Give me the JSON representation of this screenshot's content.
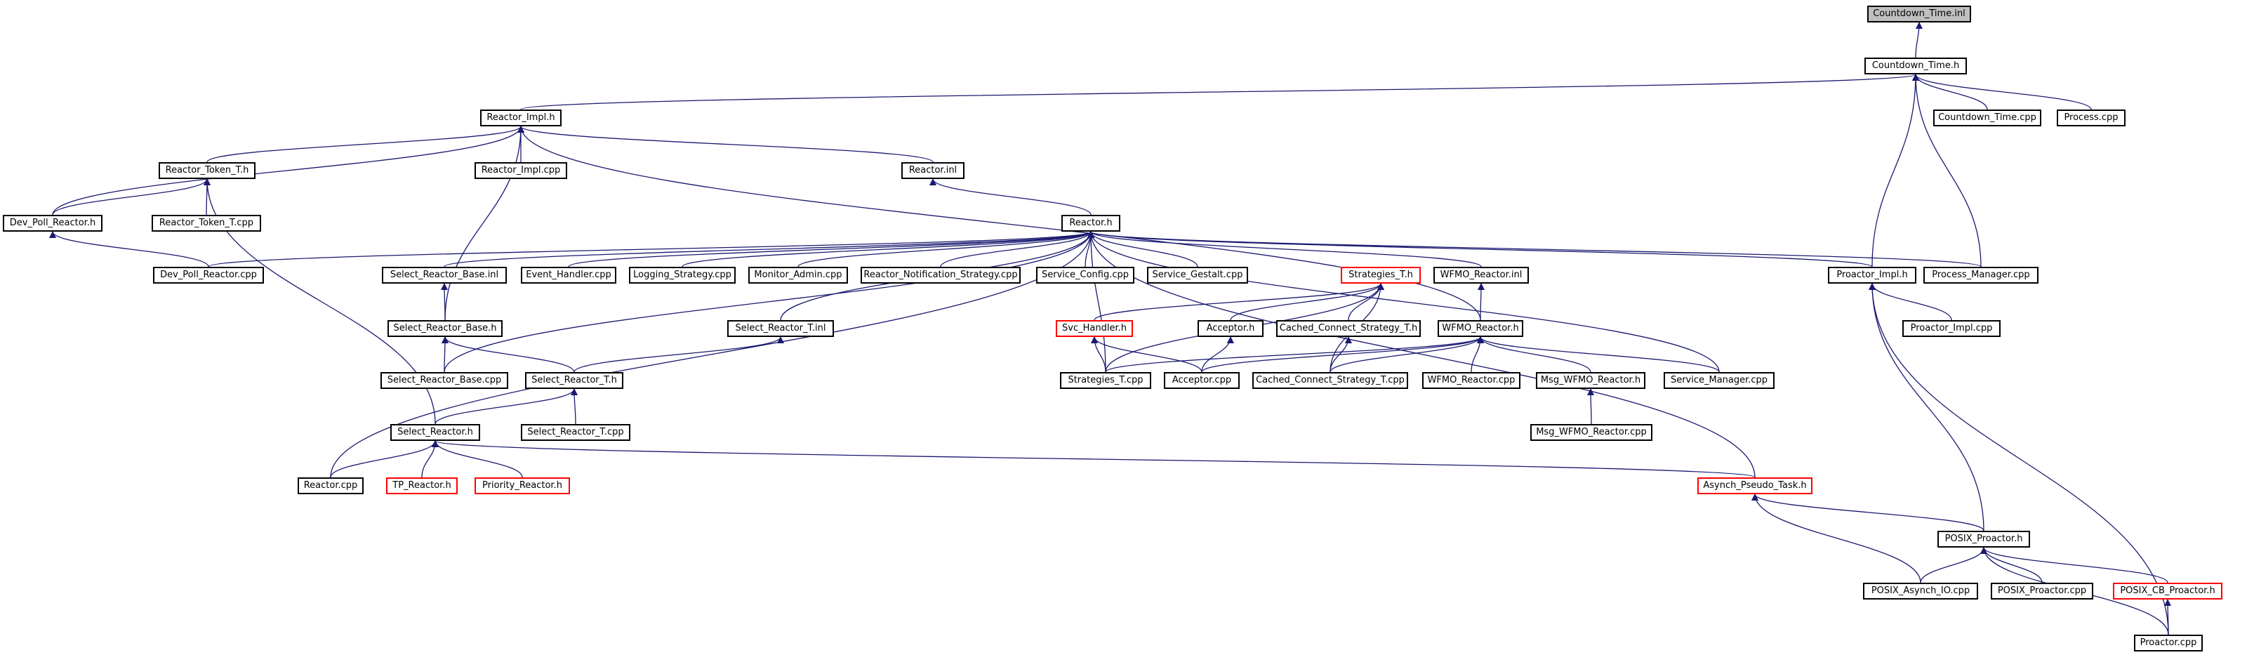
{
  "colors": {
    "edge": "#191970",
    "border": "#000000",
    "incomplete_border": "#ff0000",
    "root_fill": "#bfbfbf"
  },
  "nodes": [
    {
      "id": "countdown_time_inl",
      "label": "Countdown_Time.inl",
      "style": "root"
    },
    {
      "id": "countdown_time_h",
      "label": "Countdown_Time.h",
      "style": "normal"
    },
    {
      "id": "countdown_time_cpp",
      "label": "Countdown_Time.cpp",
      "style": "normal"
    },
    {
      "id": "process_cpp",
      "label": "Process.cpp",
      "style": "normal"
    },
    {
      "id": "reactor_impl_h",
      "label": "Reactor_Impl.h",
      "style": "normal"
    },
    {
      "id": "reactor_token_t_h",
      "label": "Reactor_Token_T.h",
      "style": "normal"
    },
    {
      "id": "reactor_impl_cpp",
      "label": "Reactor_Impl.cpp",
      "style": "normal"
    },
    {
      "id": "reactor_inl",
      "label": "Reactor.inl",
      "style": "normal"
    },
    {
      "id": "dev_poll_reactor_h",
      "label": "Dev_Poll_Reactor.h",
      "style": "normal"
    },
    {
      "id": "reactor_token_t_cpp",
      "label": "Reactor_Token_T.cpp",
      "style": "normal"
    },
    {
      "id": "reactor_h",
      "label": "Reactor.h",
      "style": "normal"
    },
    {
      "id": "dev_poll_reactor_cpp",
      "label": "Dev_Poll_Reactor.cpp",
      "style": "normal"
    },
    {
      "id": "select_reactor_base_inl",
      "label": "Select_Reactor_Base.inl",
      "style": "normal"
    },
    {
      "id": "event_handler_cpp",
      "label": "Event_Handler.cpp",
      "style": "normal"
    },
    {
      "id": "logging_strategy_cpp",
      "label": "Logging_Strategy.cpp",
      "style": "normal"
    },
    {
      "id": "monitor_admin_cpp",
      "label": "Monitor_Admin.cpp",
      "style": "normal"
    },
    {
      "id": "reactor_notification_strategy_cpp",
      "label": "Reactor_Notification_Strategy.cpp",
      "style": "normal"
    },
    {
      "id": "service_config_cpp",
      "label": "Service_Config.cpp",
      "style": "normal"
    },
    {
      "id": "service_gestalt_cpp",
      "label": "Service_Gestalt.cpp",
      "style": "normal"
    },
    {
      "id": "strategies_t_h",
      "label": "Strategies_T.h",
      "style": "incomplete"
    },
    {
      "id": "wfmo_reactor_inl",
      "label": "WFMO_Reactor.inl",
      "style": "normal"
    },
    {
      "id": "proactor_impl_h",
      "label": "Proactor_Impl.h",
      "style": "normal"
    },
    {
      "id": "process_manager_cpp",
      "label": "Process_Manager.cpp",
      "style": "normal"
    },
    {
      "id": "select_reactor_base_h",
      "label": "Select_Reactor_Base.h",
      "style": "normal"
    },
    {
      "id": "select_reactor_t_inl",
      "label": "Select_Reactor_T.inl",
      "style": "normal"
    },
    {
      "id": "svc_handler_h",
      "label": "Svc_Handler.h",
      "style": "incomplete"
    },
    {
      "id": "acceptor_h",
      "label": "Acceptor.h",
      "style": "normal"
    },
    {
      "id": "cached_connect_strategy_t_h",
      "label": "Cached_Connect_Strategy_T.h",
      "style": "normal"
    },
    {
      "id": "wfmo_reactor_h",
      "label": "WFMO_Reactor.h",
      "style": "normal"
    },
    {
      "id": "proactor_impl_cpp",
      "label": "Proactor_Impl.cpp",
      "style": "normal"
    },
    {
      "id": "select_reactor_base_cpp",
      "label": "Select_Reactor_Base.cpp",
      "style": "normal"
    },
    {
      "id": "select_reactor_t_h",
      "label": "Select_Reactor_T.h",
      "style": "normal"
    },
    {
      "id": "strategies_t_cpp",
      "label": "Strategies_T.cpp",
      "style": "normal"
    },
    {
      "id": "acceptor_cpp",
      "label": "Acceptor.cpp",
      "style": "normal"
    },
    {
      "id": "cached_connect_strategy_t_cpp",
      "label": "Cached_Connect_Strategy_T.cpp",
      "style": "normal"
    },
    {
      "id": "wfmo_reactor_cpp",
      "label": "WFMO_Reactor.cpp",
      "style": "normal"
    },
    {
      "id": "msg_wfmo_reactor_h",
      "label": "Msg_WFMO_Reactor.h",
      "style": "normal"
    },
    {
      "id": "service_manager_cpp",
      "label": "Service_Manager.cpp",
      "style": "normal"
    },
    {
      "id": "select_reactor_h",
      "label": "Select_Reactor.h",
      "style": "normal"
    },
    {
      "id": "select_reactor_t_cpp",
      "label": "Select_Reactor_T.cpp",
      "style": "normal"
    },
    {
      "id": "msg_wfmo_reactor_cpp",
      "label": "Msg_WFMO_Reactor.cpp",
      "style": "normal"
    },
    {
      "id": "reactor_cpp",
      "label": "Reactor.cpp",
      "style": "normal"
    },
    {
      "id": "tp_reactor_h",
      "label": "TP_Reactor.h",
      "style": "incomplete"
    },
    {
      "id": "priority_reactor_h",
      "label": "Priority_Reactor.h",
      "style": "incomplete"
    },
    {
      "id": "asynch_pseudo_task_h",
      "label": "Asynch_Pseudo_Task.h",
      "style": "incomplete"
    },
    {
      "id": "posix_proactor_h",
      "label": "POSIX_Proactor.h",
      "style": "normal"
    },
    {
      "id": "posix_asynch_io_cpp",
      "label": "POSIX_Asynch_IO.cpp",
      "style": "normal"
    },
    {
      "id": "posix_proactor_cpp",
      "label": "POSIX_Proactor.cpp",
      "style": "normal"
    },
    {
      "id": "posix_cb_proactor_h",
      "label": "POSIX_CB_Proactor.h",
      "style": "incomplete"
    },
    {
      "id": "proactor_cpp",
      "label": "Proactor.cpp",
      "style": "normal"
    }
  ],
  "edges": [
    {
      "from": "countdown_time_h",
      "to": "countdown_time_inl"
    },
    {
      "from": "reactor_impl_h",
      "to": "countdown_time_h"
    },
    {
      "from": "countdown_time_cpp",
      "to": "countdown_time_h"
    },
    {
      "from": "process_cpp",
      "to": "countdown_time_h"
    },
    {
      "from": "proactor_impl_h",
      "to": "countdown_time_h"
    },
    {
      "from": "process_manager_cpp",
      "to": "countdown_time_h"
    },
    {
      "from": "reactor_token_t_h",
      "to": "reactor_impl_h"
    },
    {
      "from": "reactor_impl_cpp",
      "to": "reactor_impl_h"
    },
    {
      "from": "reactor_inl",
      "to": "reactor_impl_h"
    },
    {
      "from": "dev_poll_reactor_h",
      "to": "reactor_impl_h"
    },
    {
      "from": "select_reactor_base_h",
      "to": "reactor_impl_h"
    },
    {
      "from": "wfmo_reactor_h",
      "to": "reactor_impl_h"
    },
    {
      "from": "dev_poll_reactor_h",
      "to": "reactor_token_t_h"
    },
    {
      "from": "reactor_token_t_cpp",
      "to": "reactor_token_t_h"
    },
    {
      "from": "select_reactor_h",
      "to": "reactor_token_t_h"
    },
    {
      "from": "reactor_h",
      "to": "reactor_inl"
    },
    {
      "from": "dev_poll_reactor_cpp",
      "to": "dev_poll_reactor_h"
    },
    {
      "from": "dev_poll_reactor_cpp",
      "to": "reactor_h"
    },
    {
      "from": "select_reactor_base_inl",
      "to": "reactor_h"
    },
    {
      "from": "event_handler_cpp",
      "to": "reactor_h"
    },
    {
      "from": "logging_strategy_cpp",
      "to": "reactor_h"
    },
    {
      "from": "monitor_admin_cpp",
      "to": "reactor_h"
    },
    {
      "from": "reactor_notification_strategy_cpp",
      "to": "reactor_h"
    },
    {
      "from": "service_config_cpp",
      "to": "reactor_h"
    },
    {
      "from": "service_gestalt_cpp",
      "to": "reactor_h"
    },
    {
      "from": "wfmo_reactor_inl",
      "to": "reactor_h"
    },
    {
      "from": "proactor_impl_h",
      "to": "reactor_h"
    },
    {
      "from": "process_manager_cpp",
      "to": "reactor_h"
    },
    {
      "from": "reactor_cpp",
      "to": "reactor_h"
    },
    {
      "from": "select_reactor_base_cpp",
      "to": "reactor_h"
    },
    {
      "from": "select_reactor_t_inl",
      "to": "reactor_h"
    },
    {
      "from": "strategies_t_cpp",
      "to": "reactor_h"
    },
    {
      "from": "service_manager_cpp",
      "to": "reactor_h"
    },
    {
      "from": "asynch_pseudo_task_h",
      "to": "reactor_h"
    },
    {
      "from": "svc_handler_h",
      "to": "strategies_t_h"
    },
    {
      "from": "acceptor_h",
      "to": "strategies_t_h"
    },
    {
      "from": "cached_connect_strategy_t_h",
      "to": "strategies_t_h"
    },
    {
      "from": "strategies_t_cpp",
      "to": "strategies_t_h"
    },
    {
      "from": "cached_connect_strategy_t_cpp",
      "to": "strategies_t_h"
    },
    {
      "from": "wfmo_reactor_h",
      "to": "wfmo_reactor_inl"
    },
    {
      "from": "proactor_impl_cpp",
      "to": "proactor_impl_h"
    },
    {
      "from": "posix_proactor_h",
      "to": "proactor_impl_h"
    },
    {
      "from": "proactor_cpp",
      "to": "proactor_impl_h"
    },
    {
      "from": "select_reactor_base_h",
      "to": "select_reactor_base_inl"
    },
    {
      "from": "select_reactor_base_cpp",
      "to": "select_reactor_base_h"
    },
    {
      "from": "select_reactor_t_h",
      "to": "select_reactor_base_h"
    },
    {
      "from": "select_reactor_t_h",
      "to": "select_reactor_t_inl"
    },
    {
      "from": "strategies_t_cpp",
      "to": "svc_handler_h"
    },
    {
      "from": "acceptor_cpp",
      "to": "svc_handler_h"
    },
    {
      "from": "acceptor_cpp",
      "to": "acceptor_h"
    },
    {
      "from": "cached_connect_strategy_t_cpp",
      "to": "cached_connect_strategy_t_h"
    },
    {
      "from": "strategies_t_cpp",
      "to": "wfmo_reactor_h"
    },
    {
      "from": "acceptor_cpp",
      "to": "wfmo_reactor_h"
    },
    {
      "from": "cached_connect_strategy_t_cpp",
      "to": "wfmo_reactor_h"
    },
    {
      "from": "wfmo_reactor_cpp",
      "to": "wfmo_reactor_h"
    },
    {
      "from": "msg_wfmo_reactor_h",
      "to": "wfmo_reactor_h"
    },
    {
      "from": "service_manager_cpp",
      "to": "wfmo_reactor_h"
    },
    {
      "from": "select_reactor_h",
      "to": "select_reactor_t_h"
    },
    {
      "from": "select_reactor_t_cpp",
      "to": "select_reactor_t_h"
    },
    {
      "from": "msg_wfmo_reactor_cpp",
      "to": "msg_wfmo_reactor_h"
    },
    {
      "from": "reactor_cpp",
      "to": "select_reactor_h"
    },
    {
      "from": "tp_reactor_h",
      "to": "select_reactor_h"
    },
    {
      "from": "priority_reactor_h",
      "to": "select_reactor_h"
    },
    {
      "from": "asynch_pseudo_task_h",
      "to": "select_reactor_h"
    },
    {
      "from": "posix_proactor_h",
      "to": "asynch_pseudo_task_h"
    },
    {
      "from": "posix_asynch_io_cpp",
      "to": "asynch_pseudo_task_h"
    },
    {
      "from": "posix_asynch_io_cpp",
      "to": "posix_proactor_h"
    },
    {
      "from": "posix_proactor_cpp",
      "to": "posix_proactor_h"
    },
    {
      "from": "posix_cb_proactor_h",
      "to": "posix_proactor_h"
    },
    {
      "from": "proactor_cpp",
      "to": "posix_proactor_h"
    },
    {
      "from": "proactor_cpp",
      "to": "posix_cb_proactor_h"
    }
  ]
}
